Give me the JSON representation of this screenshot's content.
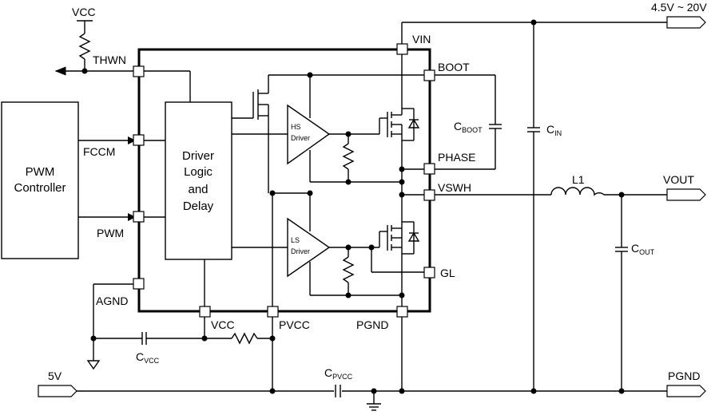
{
  "vin_range": "4.5V ~ 20V",
  "vout": "VOUT",
  "pgnd_port": "PGND",
  "five_v": "5V",
  "vcc_top": "VCC",
  "pins": {
    "thwn": "THWN",
    "fccm": "FCCM",
    "pwm": "PWM",
    "agnd": "AGND",
    "vin": "VIN",
    "boot": "BOOT",
    "phase": "PHASE",
    "vswh": "VSWH",
    "gl": "GL",
    "vcc": "VCC",
    "pvcc": "PVCC",
    "pgnd": "PGND"
  },
  "blocks": {
    "pwm_line1": "PWM",
    "pwm_line2": "Controller",
    "drv_line1": "Driver",
    "drv_line2": "Logic",
    "drv_line3": "and",
    "drv_line4": "Delay",
    "hs_line1": "HS",
    "hs_line2": "Driver",
    "ls_line1": "LS",
    "ls_line2": "Driver"
  },
  "components": {
    "l1": "L1",
    "cboot_main": "C",
    "cboot_sub": "BOOT",
    "cin_main": "C",
    "cin_sub": "IN",
    "cout_main": "C",
    "cout_sub": "OUT",
    "cvcc_main": "C",
    "cvcc_sub": "VCC",
    "cpvcc_main": "C",
    "cpvcc_sub": "PVCC"
  }
}
